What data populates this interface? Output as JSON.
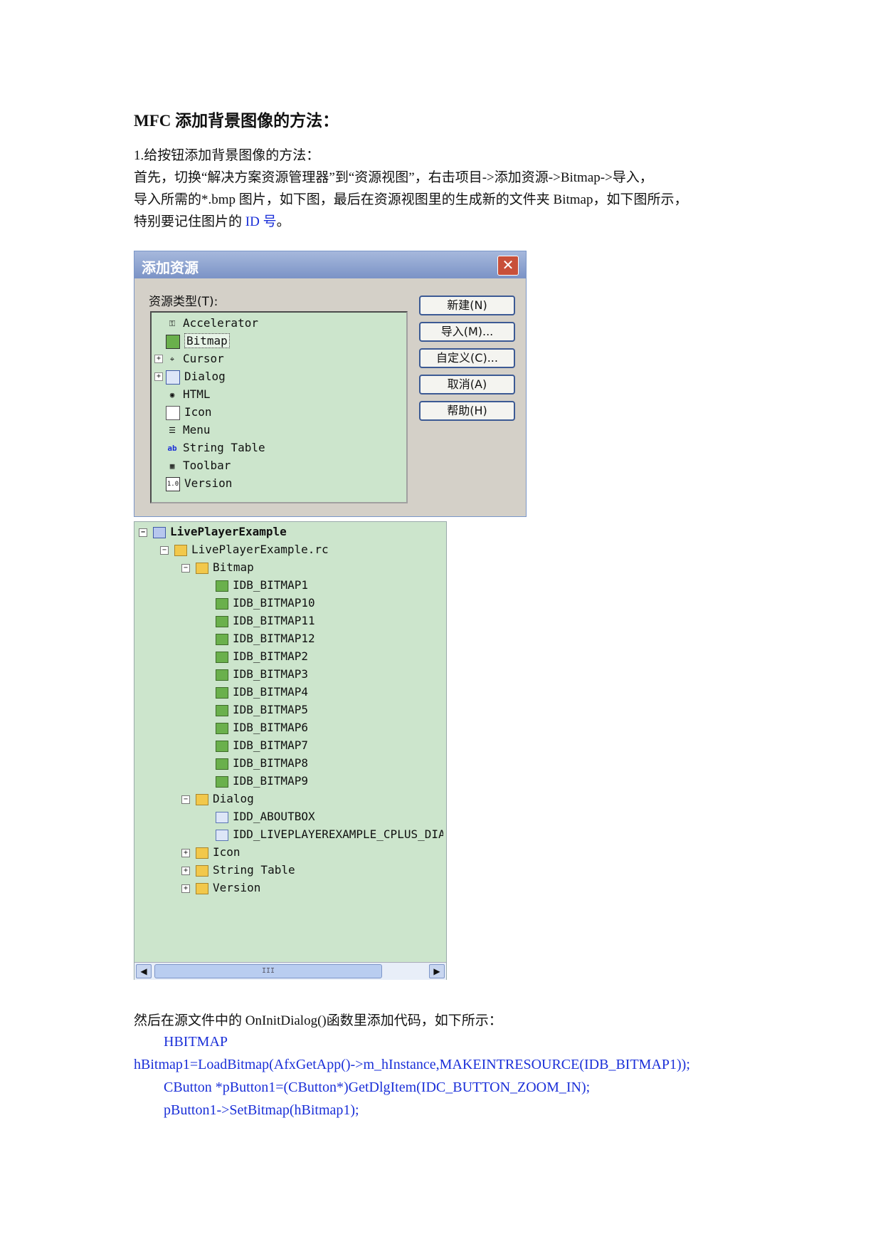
{
  "doc": {
    "title": "MFC 添加背景图像的方法：",
    "section1": "1.给按钮添加背景图像的方法：",
    "para1_line1": "首先，切换“解决方案资源管理器”到“资源视图”，右击项目->添加资源->Bitmap->导入，",
    "para1_line2": "导入所需的*.bmp 图片，如下图，最后在资源视图里的生成新的文件夹 Bitmap，如下图所示，",
    "para1_line3_a": "特别要记住图片的 ",
    "para1_line3_b": "ID 号",
    "para1_line3_c": "。",
    "para2": "然后在源文件中的 OnInitDialog()函数里添加代码，如下所示：",
    "code": [
      "HBITMAP",
      "hBitmap1=LoadBitmap(AfxGetApp()->m_hInstance,MAKEINTRESOURCE(IDB_BITMAP1));",
      "CButton *pButton1=(CButton*)GetDlgItem(IDC_BUTTON_ZOOM_IN);",
      "pButton1->SetBitmap(hBitmap1);"
    ]
  },
  "dialog": {
    "title": "添加资源",
    "close": "✕",
    "type_label": "资源类型(T):",
    "items": [
      "Accelerator",
      "Bitmap",
      "Cursor",
      "Dialog",
      "HTML",
      "Icon",
      "Menu",
      "String Table",
      "Toolbar",
      "Version"
    ],
    "buttons": [
      "新建(N)",
      "导入(M)...",
      "自定义(C)...",
      "取消(A)",
      "帮助(H)"
    ]
  },
  "tree": {
    "project": "LivePlayerExample",
    "rc": "LivePlayerExample.rc",
    "bitmap_folder": "Bitmap",
    "bitmaps": [
      "IDB_BITMAP1",
      "IDB_BITMAP10",
      "IDB_BITMAP11",
      "IDB_BITMAP12",
      "IDB_BITMAP2",
      "IDB_BITMAP3",
      "IDB_BITMAP4",
      "IDB_BITMAP5",
      "IDB_BITMAP6",
      "IDB_BITMAP7",
      "IDB_BITMAP8",
      "IDB_BITMAP9"
    ],
    "dialog_folder": "Dialog",
    "dialogs": [
      "IDD_ABOUTBOX",
      "IDD_LIVEPLAYEREXAMPLE_CPLUS_DIA"
    ],
    "folders": [
      "Icon",
      "String Table",
      "Version"
    ],
    "scroll_thumb": "III"
  },
  "colors": {
    "link_blue": "#1a2fd8",
    "tree_bg": "#cce5cc",
    "dialog_bg": "#d4d0c8"
  }
}
